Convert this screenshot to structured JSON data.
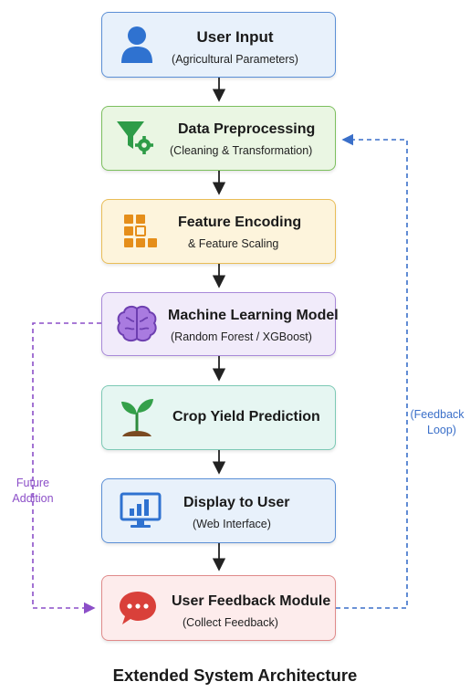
{
  "steps": [
    {
      "title": "User Input",
      "subtitle": "(Agricultural Parameters)"
    },
    {
      "title": "Data Preprocessing",
      "subtitle": "(Cleaning & Transformation)"
    },
    {
      "title": "Feature Encoding",
      "subtitle": "& Feature Scaling"
    },
    {
      "title": "Machine Learning Model",
      "subtitle": "(Random Forest / XGBoost)"
    },
    {
      "title": "Crop Yield Prediction",
      "subtitle": ""
    },
    {
      "title": "Display to User",
      "subtitle": "(Web Interface)"
    },
    {
      "title": "User Feedback Module",
      "subtitle": "(Collect Feedback)"
    }
  ],
  "side_labels": {
    "feedback_loop": [
      "(Feedback",
      "Loop)"
    ],
    "future_addition": [
      "Future",
      "Addition"
    ]
  },
  "caption": "Extended System Architecture",
  "colors": {
    "user_input_fill": "#e8f1fb",
    "user_input_border": "#5b8fd6",
    "preprocessing_fill": "#eaf6e3",
    "preprocessing_border": "#7cbf5e",
    "encoding_fill": "#fdf4dc",
    "encoding_border": "#e9bd57",
    "model_fill": "#f1ebfa",
    "model_border": "#a889d9",
    "prediction_fill": "#e6f6f2",
    "prediction_border": "#7cc9b5",
    "display_fill": "#e8f1fb",
    "display_border": "#5b8fd6",
    "feedback_fill": "#fdecec",
    "feedback_border": "#e08a8a",
    "feedback_loop_line": "#3a6fc9",
    "future_addition_line": "#8c4fc8"
  },
  "icons": [
    "user-icon",
    "funnel-gear-icon",
    "grid-blocks-icon",
    "brain-icon",
    "sprout-icon",
    "monitor-chart-icon",
    "chat-bubble-icon"
  ]
}
